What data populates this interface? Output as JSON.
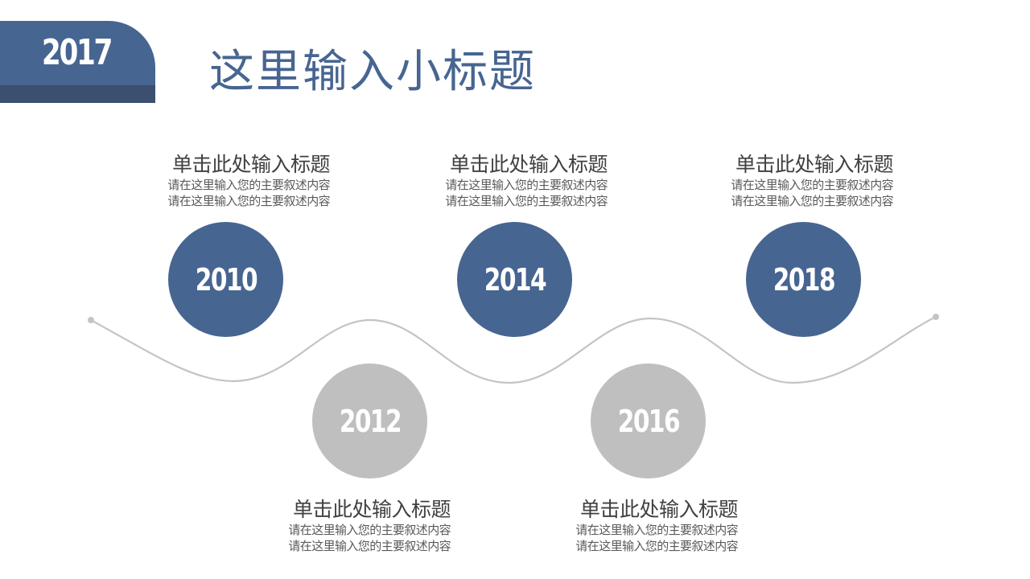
{
  "header": {
    "year": "2017",
    "title": "这里输入小标题"
  },
  "colors": {
    "primary": "#476591",
    "primary_dark": "#3b4f6f",
    "secondary": "#bfbfbf",
    "line": "#c4c4c4",
    "title_text": "#404040",
    "body_text": "#595959"
  },
  "timeline": [
    {
      "year": "2010",
      "style": "blue",
      "position": "top",
      "title": "单击此处输入标题",
      "lines": [
        "请在这里输入您的主要叙述内容",
        "请在这里输入您的主要叙述内容"
      ]
    },
    {
      "year": "2012",
      "style": "gray",
      "position": "bottom",
      "title": "单击此处输入标题",
      "lines": [
        "请在这里输入您的主要叙述内容",
        "请在这里输入您的主要叙述内容"
      ]
    },
    {
      "year": "2014",
      "style": "blue",
      "position": "top",
      "title": "单击此处输入标题",
      "lines": [
        "请在这里输入您的主要叙述内容",
        "请在这里输入您的主要叙述内容"
      ]
    },
    {
      "year": "2016",
      "style": "gray",
      "position": "bottom",
      "title": "单击此处输入标题",
      "lines": [
        "请在这里输入您的主要叙述内容",
        "请在这里输入您的主要叙述内容"
      ]
    },
    {
      "year": "2018",
      "style": "blue",
      "position": "top",
      "title": "单击此处输入标题",
      "lines": [
        "请在这里输入您的主要叙述内容",
        "请在这里输入您的主要叙述内容"
      ]
    }
  ]
}
